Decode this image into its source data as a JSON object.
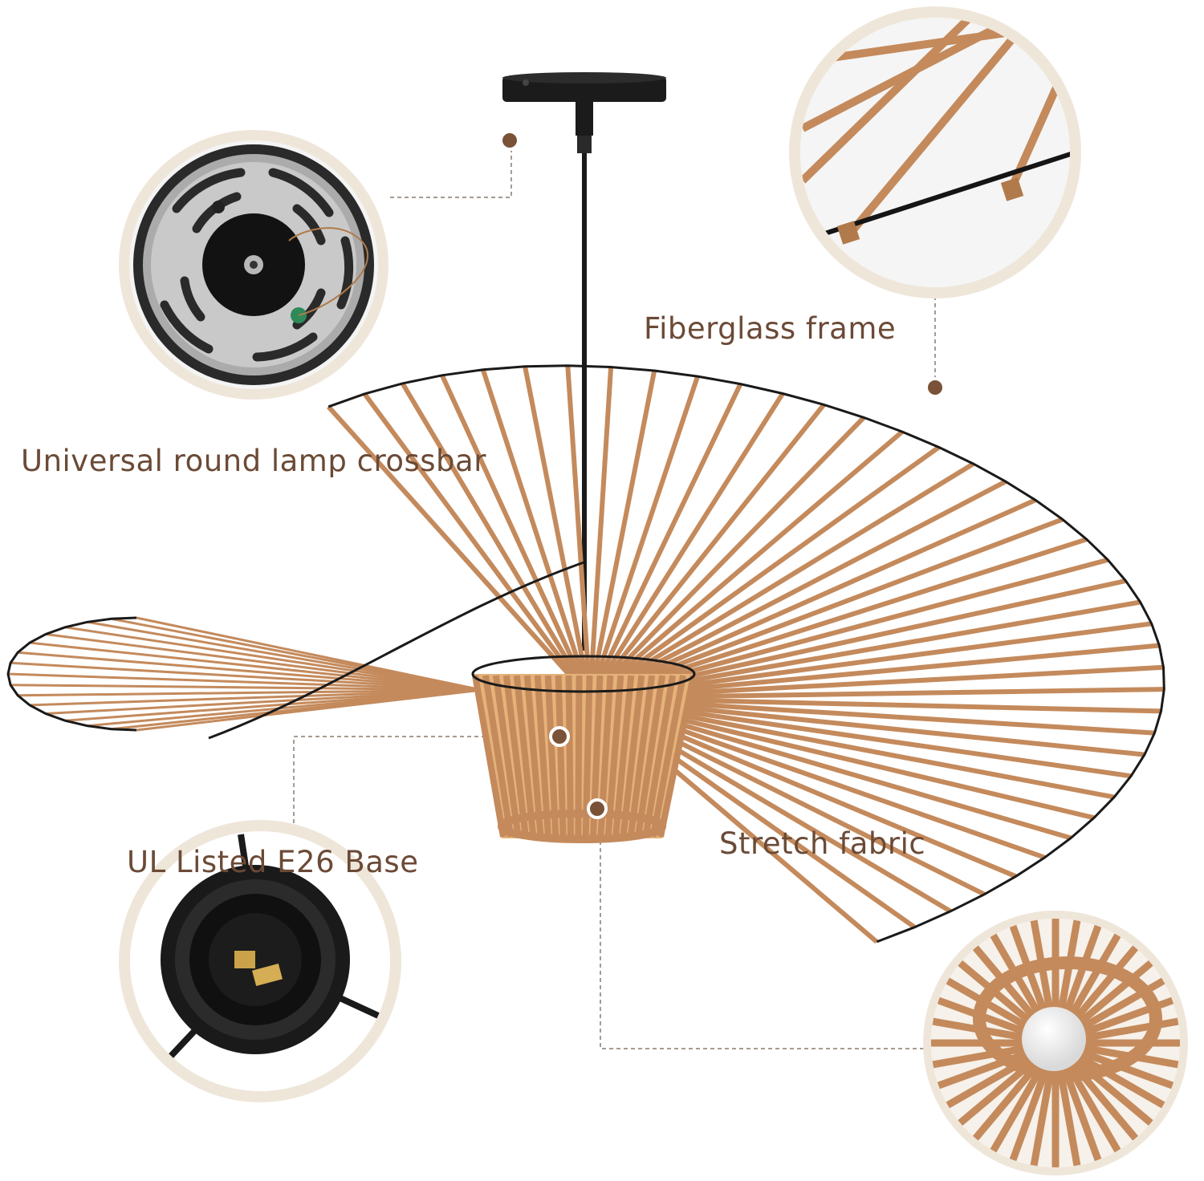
{
  "labels": {
    "crossbar": "Universal round lamp crossbar",
    "frame": "Fiberglass frame",
    "fabric": "Stretch fabric",
    "base": "UL Listed E26 Base"
  },
  "colors": {
    "background": "#ffffff",
    "label_text": "#6b4a36",
    "fabric_strap": "#c48a5c",
    "frame_wire": "#1a1a1a",
    "ring_border": "#efe6da",
    "leader_line": "#8a7a6c",
    "marker_fill": "#7a5238"
  },
  "icons": {
    "crossbar_detail": "crossbar-plate-icon",
    "frame_detail": "fiberglass-frame-icon",
    "base_detail": "socket-icon",
    "fabric_detail": "fabric-shade-icon"
  }
}
